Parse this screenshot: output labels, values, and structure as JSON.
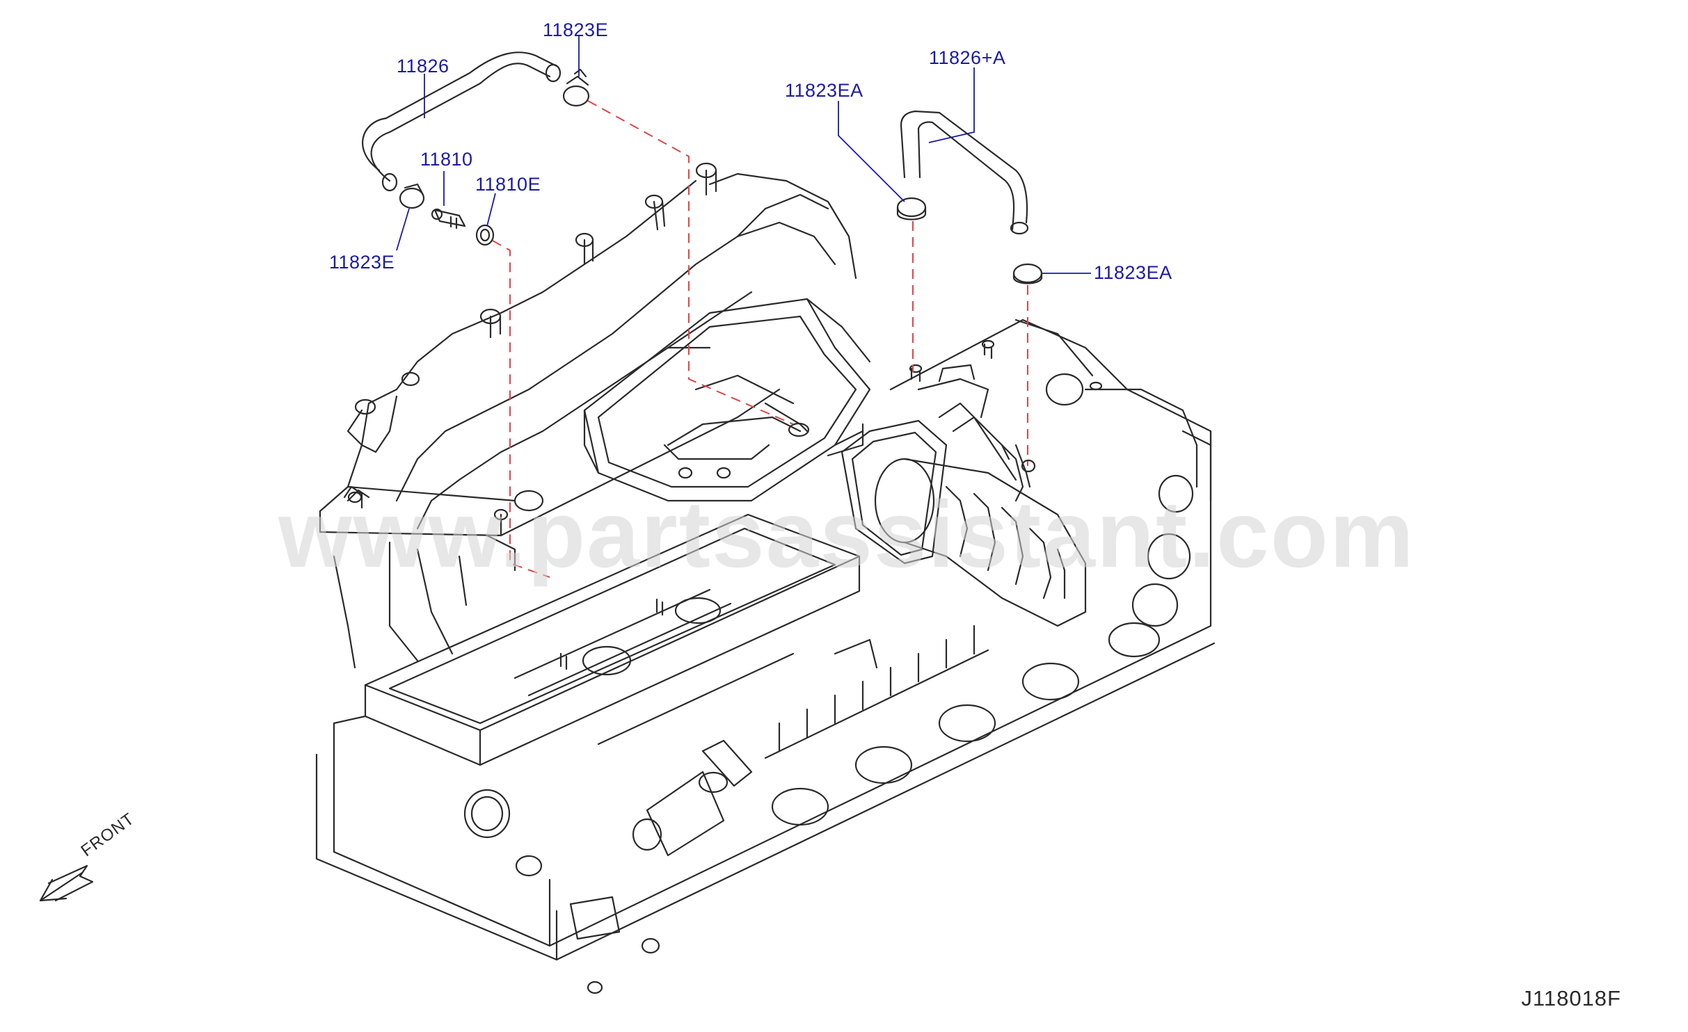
{
  "colors": {
    "callout_text": "#1a1aa6",
    "leader_line": "#1a1aa6",
    "dashed_link": "#e04545",
    "line_art": "#2a2a2a",
    "watermark": "#d4d4d4",
    "background": "#ffffff"
  },
  "parts": [
    {
      "id": "p1",
      "label": "11823E"
    },
    {
      "id": "p2",
      "label": "11826"
    },
    {
      "id": "p3",
      "label": "11810"
    },
    {
      "id": "p4",
      "label": "11810E"
    },
    {
      "id": "p5",
      "label": "11823E"
    },
    {
      "id": "p6",
      "label": "11826+A"
    },
    {
      "id": "p7",
      "label": "11823EA"
    },
    {
      "id": "p8",
      "label": "11823EA"
    }
  ],
  "watermark": "www.partsassistant.com",
  "front_label": "FRONT",
  "figure_code": "J118018F"
}
